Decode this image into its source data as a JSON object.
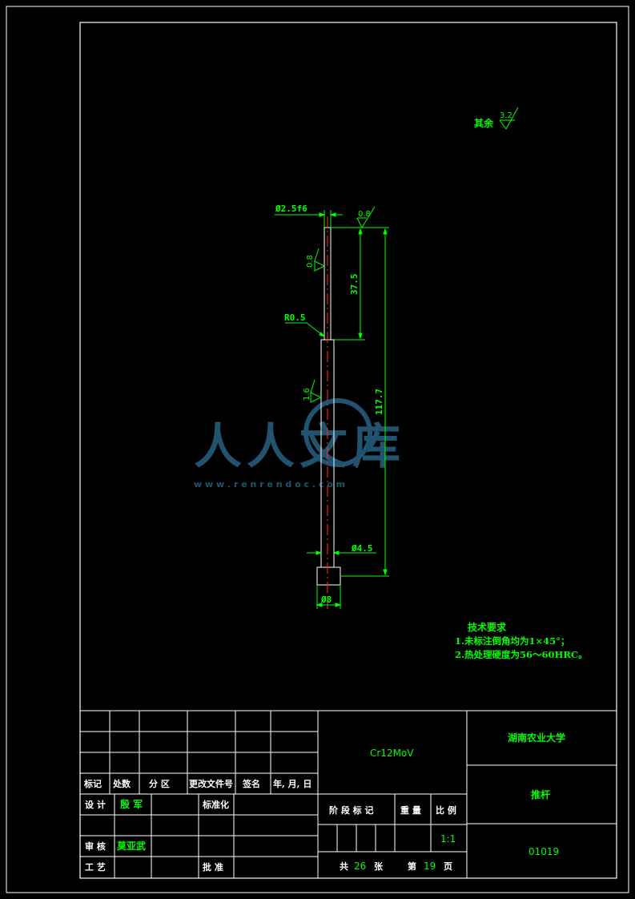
{
  "colors": {
    "background": "#000000",
    "line": "#ffffff",
    "dimension": "#00ff00",
    "text_green": "#00ff00",
    "text_white": "#ffffff",
    "centerline": "#ff3030",
    "watermark": "#2c6f95"
  },
  "drawing": {
    "roughness_note": {
      "label": "其余",
      "value": "3.2"
    },
    "dimensions": {
      "top_dia": "Ø2.5f6",
      "top_roughness": "0.8",
      "side_roughness_upper": "0.8",
      "len_small": "37.5",
      "fillet": "R0.5",
      "side_roughness_lower": "1.6",
      "len_total": "117.7",
      "dia_body": "Ø4.5",
      "dia_head": "Ø8"
    },
    "tech_requirements": {
      "title": "技术要求",
      "line1": "1.未标注倒角均为1×45°；",
      "line2": "2.热处理硬度为56～60HRC。"
    },
    "watermark": {
      "text": "人人文库",
      "url": "w w w . r e n r e n d o c . c o m"
    }
  },
  "title_block": {
    "material": "Cr12MoV",
    "school": "湖南农业大学",
    "part_name": "推杆",
    "drawing_no": "01019",
    "rev_headers": [
      "标记",
      "处数",
      "分 区",
      "更改文件号",
      "签名",
      "年, 月, 日"
    ],
    "design_label": "设 计",
    "designer": "殷 军",
    "standardize_label": "标准化",
    "review_label": "审 核",
    "reviewer": "莫亚武",
    "process_label": "工 艺",
    "approve_label": "批 准",
    "stage_headers": [
      "阶 段 标 记",
      "重 量",
      "比 例"
    ],
    "scale": "1:1",
    "total_sheets_label": "共",
    "total_sheets": "26",
    "sheets_unit": "张",
    "sheet_no_label": "第",
    "sheet_no": "19",
    "page_unit": "页"
  }
}
